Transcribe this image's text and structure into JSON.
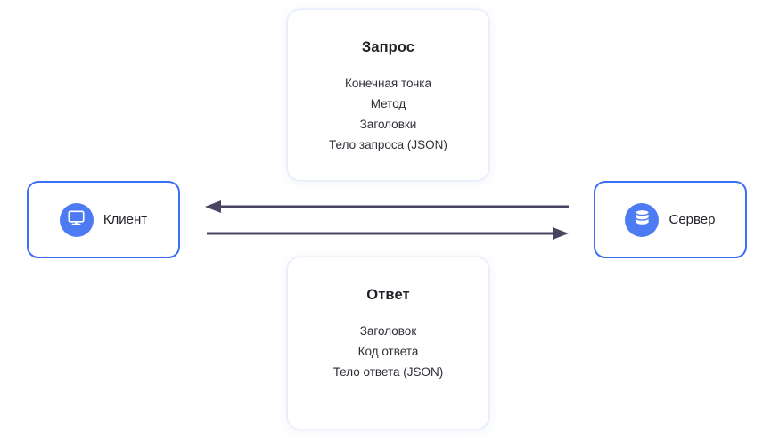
{
  "diagram": {
    "title_semantic": "client-server-request-response-flow",
    "background_color": "#ffffff",
    "accent_blue": "#3d6ef6",
    "badge_blue": "#4c7bf4",
    "arrow_color": "#4a4463",
    "card_border_color": "#e7ecfb",
    "text_color": "#1f2127"
  },
  "request_card": {
    "title": "Запрос",
    "lines": [
      "Конечная точка",
      "Метод",
      "Заголовки",
      "Тело запроса (JSON)"
    ]
  },
  "response_card": {
    "title": "Ответ",
    "lines": [
      "Заголовок",
      "Код ответа",
      "Тело ответа (JSON)"
    ]
  },
  "client_node": {
    "label": "Клиент",
    "icon": "monitor-icon"
  },
  "server_node": {
    "label": "Сервер",
    "icon": "database-icon"
  },
  "arrows": [
    {
      "name": "response-arrow",
      "direction": "right-to-left",
      "from": "Сервер",
      "to": "Клиент",
      "label": ""
    },
    {
      "name": "request-arrow",
      "direction": "left-to-right",
      "from": "Клиент",
      "to": "Сервер",
      "label": ""
    }
  ]
}
